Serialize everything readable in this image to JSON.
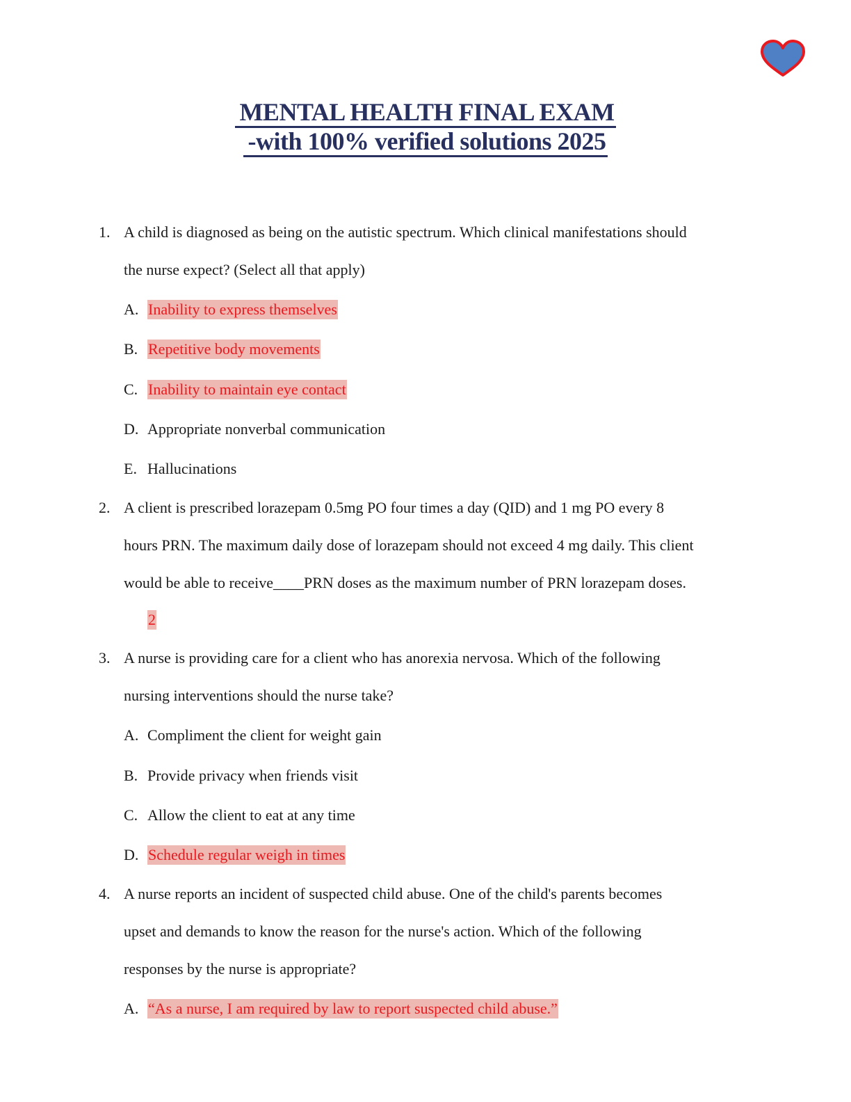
{
  "document": {
    "title_line1": "MENTAL HEALTH FINAL EXAM",
    "title_line2": "-with  100% verified solutions 2025",
    "icons": {
      "corner": "heart-icon"
    },
    "colors": {
      "title": "#27305e",
      "answer_text": "#e8191f",
      "answer_highlight": "#efb9b3",
      "heart_fill": "#4f7fc4",
      "heart_stroke": "#e8191f"
    }
  },
  "questions": [
    {
      "number": "1.",
      "lines": [
        "A child is diagnosed as being on the autistic spectrum. Which clinical manifestations should",
        "the nurse expect? (Select all that apply)"
      ],
      "options": [
        {
          "letter": "A.",
          "text": "Inability to express themselves",
          "correct": true
        },
        {
          "letter": "B.",
          "text": "Repetitive body movements",
          "correct": true
        },
        {
          "letter": "C.",
          "text": "Inability to maintain eye contact",
          "correct": true
        },
        {
          "letter": "D.",
          "text": "Appropriate nonverbal communication",
          "correct": false
        },
        {
          "letter": "E.",
          "text": "Hallucinations",
          "correct": false
        }
      ]
    },
    {
      "number": "2.",
      "lines": [
        "A client is prescribed lorazepam 0.5mg PO four times a day (QID) and 1 mg PO every 8",
        "hours PRN. The maximum daily dose of lorazepam should not exceed 4 mg daily. This client",
        "would be able to receive____PRN doses as the maximum number of PRN lorazepam doses."
      ],
      "answer": "2"
    },
    {
      "number": "3.",
      "lines": [
        "A nurse is providing care for a client who has anorexia nervosa. Which of the following",
        "nursing interventions should the nurse take?"
      ],
      "options": [
        {
          "letter": "A.",
          "text": "Compliment the client for weight gain",
          "correct": false
        },
        {
          "letter": "B.",
          "text": "Provide privacy when friends visit",
          "correct": false
        },
        {
          "letter": "C.",
          "text": "Allow the client to eat at any time",
          "correct": false
        },
        {
          "letter": "D.",
          "text": "Schedule regular weigh in times",
          "correct": true
        }
      ]
    },
    {
      "number": "4.",
      "lines": [
        "A nurse reports an incident of suspected child abuse. One of the child's parents becomes",
        "upset and demands to know the reason for the nurse's action. Which of the following",
        "responses by the nurse is appropriate?"
      ],
      "options": [
        {
          "letter": "A.",
          "text": "“As a nurse, I am required by law to report suspected child abuse.”",
          "correct": true
        }
      ]
    }
  ]
}
